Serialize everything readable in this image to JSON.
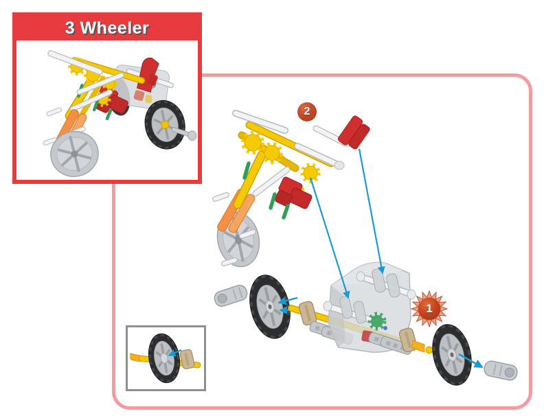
{
  "header": {
    "title": "3 Wheeler"
  },
  "steps": [
    {
      "number": "2",
      "marker": "circle"
    },
    {
      "number": "1",
      "marker": "starburst"
    }
  ],
  "icons": {
    "assembly-arrow": "cyan straight insertion arrow",
    "step-2-badge": "red circle with white number",
    "step-1-badge": "red starburst seal with white number"
  },
  "colors": {
    "frame_red": "#e73c3f",
    "panel_border_pink": "#f49aa1",
    "arrow_cyan": "#1b9ad2",
    "badge_red": "#c04a2a",
    "part_yellow": "#f6c800",
    "part_orange": "#f29045",
    "part_green": "#2f9e57",
    "part_tan": "#ccb795",
    "part_gray": "#c6c9cd",
    "tire_black": "#2c2d2f"
  }
}
